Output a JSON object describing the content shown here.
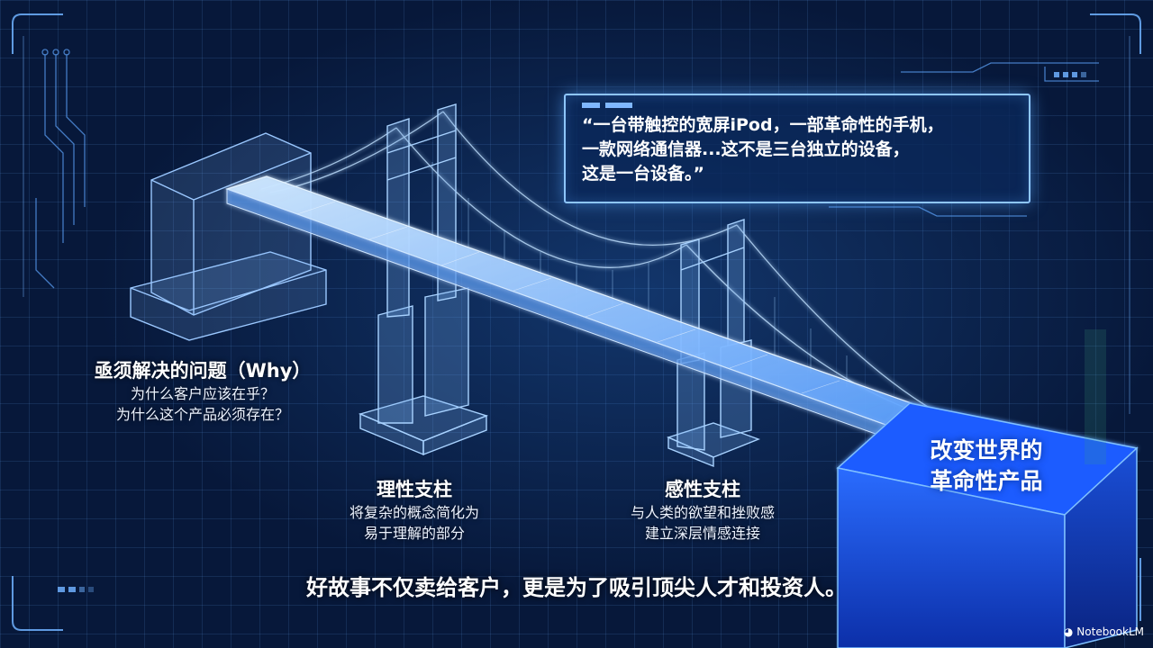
{
  "why": {
    "title": "亟须解决的问题（Why）",
    "line1": "为什么客户应该在乎？",
    "line2": "为什么这个产品必须存在？"
  },
  "rational": {
    "title": "理性支柱",
    "line1": "将复杂的概念简化为",
    "line2": "易于理解的部分"
  },
  "emotional": {
    "title": "感性支柱",
    "line1": "与人类的欲望和挫败感",
    "line2": "建立深层情感连接"
  },
  "quote": {
    "line1": "“一台带触控的宽屏iPod，一部革命性的手机，",
    "line2": "一款网络通信器...这不是三台独立的设备，",
    "line3": "这是一台设备。”"
  },
  "cube": {
    "line1": "改变世界的",
    "line2": "革命性产品"
  },
  "caption": "好故事不仅卖给客户，更是为了吸引顶尖人才和投资人。",
  "brand": {
    "icon": "notebooklm-icon",
    "label": "NotebookLM"
  },
  "colors": {
    "background": "#07183a",
    "accent": "#8ec6ff",
    "cube": "#1e5bff"
  }
}
